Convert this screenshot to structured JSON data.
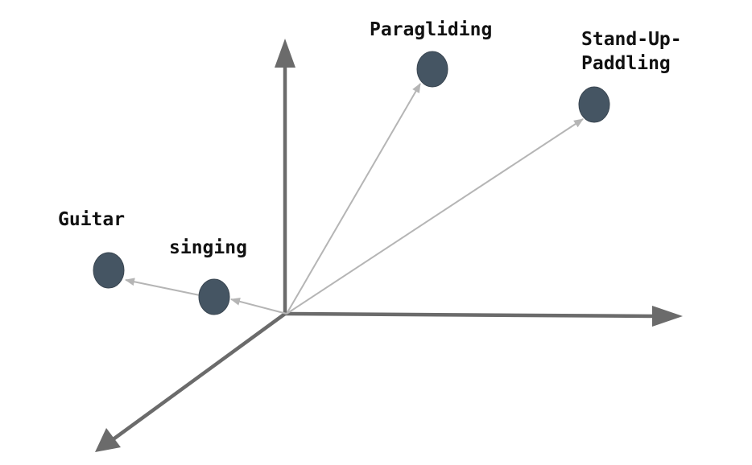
{
  "diagram": {
    "kind": "3d-word-embedding-vectors",
    "colors": {
      "axis": "#6b6b6b",
      "vector": "#b5b5b5",
      "node": "#455563",
      "label": "#111111"
    },
    "points": [
      {
        "id": "paragliding",
        "label": "Paragliding"
      },
      {
        "id": "sup",
        "label_lines": [
          "Stand-Up-",
          "Paddling"
        ]
      },
      {
        "id": "guitar",
        "label": "Guitar"
      },
      {
        "id": "singing",
        "label": "singing"
      }
    ]
  }
}
